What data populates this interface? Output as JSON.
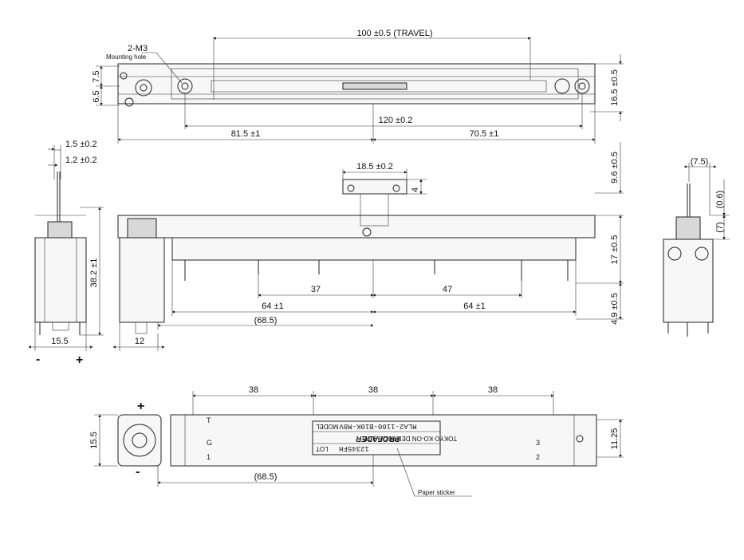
{
  "top_view": {
    "travel": "100 ±0.5  (TRAVEL)",
    "mount_count": "2-M3",
    "mount_label": "Mounting hole",
    "h_top": "7.5",
    "h_bottom": "6.5",
    "height_right": "16.5 ±0.5",
    "length_center": "120 ±0.2",
    "left_len": "81.5 ±1",
    "right_len": "70.5 ±1"
  },
  "side_left": {
    "shaft_w1": "1.5 ±0.2",
    "shaft_w2": "1.2 ±0.2",
    "height": "38.2 ±1",
    "width": "15.5",
    "minus": "-",
    "plus": "+"
  },
  "front_view": {
    "knob_width": "18.5 ±0.2",
    "knob_h": "4",
    "knob_top": "9.6 ±0.5",
    "body_h": "17 ±0.5",
    "term_h": "4.9 ±0.5",
    "pitch_a": "37",
    "pitch_b": "47",
    "span_l": "64 ±1",
    "span_r": "64 ±1",
    "offset": "(68.5)",
    "motor_w": "12"
  },
  "side_right": {
    "w": "(7.5)",
    "h1": "(0.6)",
    "h2": "(7)"
  },
  "bottom_view": {
    "pitch1": "38",
    "pitch2": "38",
    "pitch3": "38",
    "height": "15.5",
    "right_h": "11.25",
    "offset": "(68.5)",
    "pin_t": "T",
    "pin_g": "G",
    "pin_1": "1",
    "pin_2": "2",
    "pin_3": "3",
    "plus": "+",
    "minus": "-",
    "sticker_lot": "LOT",
    "sticker_lot_value": "12345FH",
    "sticker_brand": "PROFADER",
    "sticker_company": "TOKYO KO-ON DENPA CO.,LTD",
    "sticker_model_lbl": "MODEL",
    "sticker_model": "MLA2-1100-B10K-M8V",
    "sticker_callout": "Paper sticker"
  }
}
